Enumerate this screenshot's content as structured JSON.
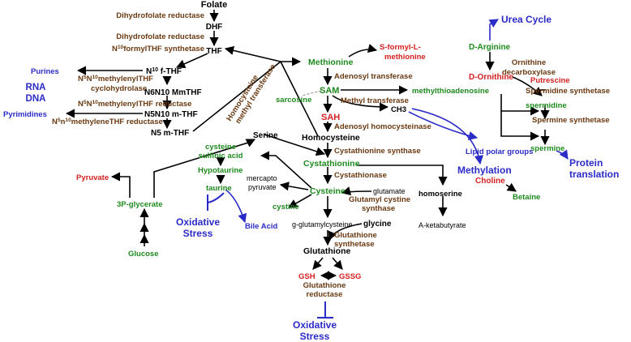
{
  "colors": {
    "black": "#000000",
    "enzyme": "#6b3a12",
    "metabolite": "#1e8a1e",
    "red": "#d42020",
    "blue": "#2b2bc8"
  },
  "labels": [
    {
      "id": "folate",
      "text": "Folate",
      "color": "black",
      "bold": true
    },
    {
      "id": "dhfr-1",
      "text": "Dihydrofolate reductase",
      "color": "enzyme",
      "bold": true
    },
    {
      "id": "dhf",
      "text": "DHF",
      "color": "black",
      "bold": true
    },
    {
      "id": "dhfr-2",
      "text": "Dihydrofolate reductase",
      "color": "enzyme",
      "bold": true
    },
    {
      "id": "n10-formyl-thf-synthetase",
      "text": "N10formylTHF synthetase",
      "color": "enzyme",
      "bold": true
    },
    {
      "id": "thf",
      "text": "THF",
      "color": "black",
      "bold": true
    },
    {
      "id": "purines",
      "text": "Purines",
      "color": "blue",
      "bold": true
    },
    {
      "id": "n10-f-thf",
      "text": "N10 f-THF",
      "color": "black",
      "bold": true
    },
    {
      "id": "n5n10-methenyl-cyclohydrolase-1",
      "text": "N5N10methylenylTHF",
      "color": "enzyme",
      "bold": true
    },
    {
      "id": "n5n10-methenyl-cyclohydrolase-2",
      "text": "cyclohydrolase",
      "color": "enzyme",
      "bold": true
    },
    {
      "id": "rna",
      "text": "RNA",
      "color": "blue",
      "bold": true
    },
    {
      "id": "dna",
      "text": "DNA",
      "color": "blue",
      "bold": true
    },
    {
      "id": "n6n10-mmthf",
      "text": "N6N10 MmTHF",
      "color": "black",
      "bold": true
    },
    {
      "id": "n5n10-reductase",
      "text": "N5N10methylenylTHF reductase",
      "color": "enzyme",
      "bold": true
    },
    {
      "id": "pyrimidines",
      "text": "Pyrimidines",
      "color": "blue",
      "bold": true
    },
    {
      "id": "n5n10-mthf",
      "text": "N5N10 m-THF",
      "color": "black",
      "bold": true
    },
    {
      "id": "n5n10-methylene-reductase",
      "text": "N5n10methyleneTHF reductase",
      "color": "enzyme",
      "bold": true
    },
    {
      "id": "n5-mthf",
      "text": "N5 m-THF",
      "color": "black",
      "bold": true
    },
    {
      "id": "methionine",
      "text": "Methionine",
      "color": "metabolite",
      "bold": true
    },
    {
      "id": "s-formyl-1",
      "text": "S-formyl-L-",
      "color": "red",
      "bold": true
    },
    {
      "id": "s-formyl-2",
      "text": "methionine",
      "color": "red",
      "bold": true
    },
    {
      "id": "adenosyl-transferase",
      "text": "Adenosyl transferase",
      "color": "enzyme",
      "bold": true
    },
    {
      "id": "sam",
      "text": "SAM",
      "color": "metabolite",
      "bold": true
    },
    {
      "id": "methylthioadenosine",
      "text": "methylthioadenosine",
      "color": "metabolite",
      "bold": true
    },
    {
      "id": "sarcosine",
      "text": "sarcosine",
      "color": "metabolite",
      "bold": true
    },
    {
      "id": "methyl-transferase",
      "text": "Methyl transferase",
      "color": "enzyme",
      "bold": true
    },
    {
      "id": "ch3",
      "text": "CH3",
      "color": "black",
      "bold": true
    },
    {
      "id": "sah",
      "text": "SAH",
      "color": "red",
      "bold": true
    },
    {
      "id": "adenosyl-homocysteinase",
      "text": "Adenosyl homocysteinase",
      "color": "enzyme",
      "bold": true
    },
    {
      "id": "homocysteine-mt-1",
      "text": "Homocysteine",
      "color": "enzyme",
      "bold": true
    },
    {
      "id": "homocysteine-mt-2",
      "text": "methyl transferase",
      "color": "enzyme",
      "bold": true
    },
    {
      "id": "serine",
      "text": "Serine",
      "color": "black",
      "bold": true
    },
    {
      "id": "homocysteine",
      "text": "Homocysteine",
      "color": "black",
      "bold": true
    },
    {
      "id": "cystathionine-synthase",
      "text": "Cystathionine synthase",
      "color": "enzyme",
      "bold": true
    },
    {
      "id": "cysteine-sulfinic-1",
      "text": "cysteine",
      "color": "metabolite",
      "bold": true
    },
    {
      "id": "cysteine-sulfinic-2",
      "text": "sulfinic acid",
      "color": "metabolite",
      "bold": true
    },
    {
      "id": "cystathionine",
      "text": "Cystathionine",
      "color": "metabolite",
      "bold": true
    },
    {
      "id": "hypotaurine",
      "text": "Hypotaurine",
      "color": "metabolite",
      "bold": true
    },
    {
      "id": "cystathionase",
      "text": "Cystathionase",
      "color": "enzyme",
      "bold": true
    },
    {
      "id": "pyruvate",
      "text": "Pyruvate",
      "color": "red",
      "bold": true
    },
    {
      "id": "mercapto-1",
      "text": "mercapto",
      "color": "black",
      "bold": false
    },
    {
      "id": "mercapto-2",
      "text": "pyruvate",
      "color": "black",
      "bold": false
    },
    {
      "id": "taurine",
      "text": "taurine",
      "color": "metabolite",
      "bold": true
    },
    {
      "id": "glutamate",
      "text": "glutamate",
      "color": "black",
      "bold": false
    },
    {
      "id": "homoserine",
      "text": "homoserine",
      "color": "black",
      "bold": true
    },
    {
      "id": "cysteine",
      "text": "Cysteine",
      "color": "metabolite",
      "bold": true
    },
    {
      "id": "3p-glycerate",
      "text": "3P-glycerate",
      "color": "metabolite",
      "bold": true
    },
    {
      "id": "glutamyl-cystine-1",
      "text": "Glutamyl cystine",
      "color": "enzyme",
      "bold": true
    },
    {
      "id": "glutamyl-cystine-2",
      "text": "synthase",
      "color": "enzyme",
      "bold": true
    },
    {
      "id": "cystine",
      "text": "cystine",
      "color": "metabolite",
      "bold": true
    },
    {
      "id": "bile-acid",
      "text": "Bile Acid",
      "color": "blue",
      "bold": true
    },
    {
      "id": "oxidative-stress-left-1",
      "text": "Oxidative",
      "color": "blue",
      "bold": true
    },
    {
      "id": "oxidative-stress-left-2",
      "text": "Stress",
      "color": "blue",
      "bold": true
    },
    {
      "id": "g-glutamylcysteine",
      "text": "g-glutamylcysteine",
      "color": "black",
      "bold": false
    },
    {
      "id": "glycine",
      "text": "glycine",
      "color": "black",
      "bold": true
    },
    {
      "id": "a-ketabutyrate",
      "text": "A-ketabutyrate",
      "color": "black",
      "bold": false
    },
    {
      "id": "glutathione-synthetase-1",
      "text": "Glutathione",
      "color": "enzyme",
      "bold": true
    },
    {
      "id": "glutathione-synthetase-2",
      "text": "synthetase",
      "color": "enzyme",
      "bold": true
    },
    {
      "id": "glucose",
      "text": "Glucose",
      "color": "metabolite",
      "bold": true
    },
    {
      "id": "glutathione",
      "text": "Glutathione",
      "color": "black",
      "bold": true
    },
    {
      "id": "gsh",
      "text": "GSH",
      "color": "red",
      "bold": true
    },
    {
      "id": "gssg",
      "text": "GSSG",
      "color": "red",
      "bold": true
    },
    {
      "id": "glutathione-reductase-1",
      "text": "Glutathione",
      "color": "enzyme",
      "bold": true
    },
    {
      "id": "glutathione-reductase-2",
      "text": "reductase",
      "color": "enzyme",
      "bold": true
    },
    {
      "id": "oxidative-stress-bottom-1",
      "text": "Oxidative",
      "color": "blue",
      "bold": true
    },
    {
      "id": "oxidative-stress-bottom-2",
      "text": "Stress",
      "color": "blue",
      "bold": true
    },
    {
      "id": "urea-cycle",
      "text": "Urea Cycle",
      "color": "blue",
      "bold": true
    },
    {
      "id": "d-arginine",
      "text": "D-Arginine",
      "color": "metabolite",
      "bold": true
    },
    {
      "id": "ornithine-decarboxylase-1",
      "text": "Ornithine",
      "color": "enzyme",
      "bold": true
    },
    {
      "id": "ornithine-decarboxylase-2",
      "text": "decarboxylase",
      "color": "enzyme",
      "bold": true
    },
    {
      "id": "d-ornithine",
      "text": "D-Ornithine",
      "color": "red",
      "bold": true
    },
    {
      "id": "putrescine",
      "text": "Putrescine",
      "color": "red",
      "bold": true
    },
    {
      "id": "spermidine-synthetase",
      "text": "Spermidine synthetase",
      "color": "enzyme",
      "bold": true
    },
    {
      "id": "spermidine",
      "text": "spermidine",
      "color": "metabolite",
      "bold": true
    },
    {
      "id": "spermine-synthetase",
      "text": "Spermine synthetase",
      "color": "enzyme",
      "bold": true
    },
    {
      "id": "spermine",
      "text": "spermine",
      "color": "metabolite",
      "bold": true
    },
    {
      "id": "choline",
      "text": "Choline",
      "color": "red",
      "bold": true
    },
    {
      "id": "protein-translation-1",
      "text": "Protein",
      "color": "blue",
      "bold": true
    },
    {
      "id": "protein-translation-2",
      "text": "translation",
      "color": "blue",
      "bold": true
    },
    {
      "id": "lipid-polar-groups",
      "text": "Lipid polar groups",
      "color": "blue",
      "bold": true
    },
    {
      "id": "betaine",
      "text": "Betaine",
      "color": "metabolite",
      "bold": true
    },
    {
      "id": "methylation",
      "text": "Methylation",
      "color": "blue",
      "bold": true
    }
  ]
}
